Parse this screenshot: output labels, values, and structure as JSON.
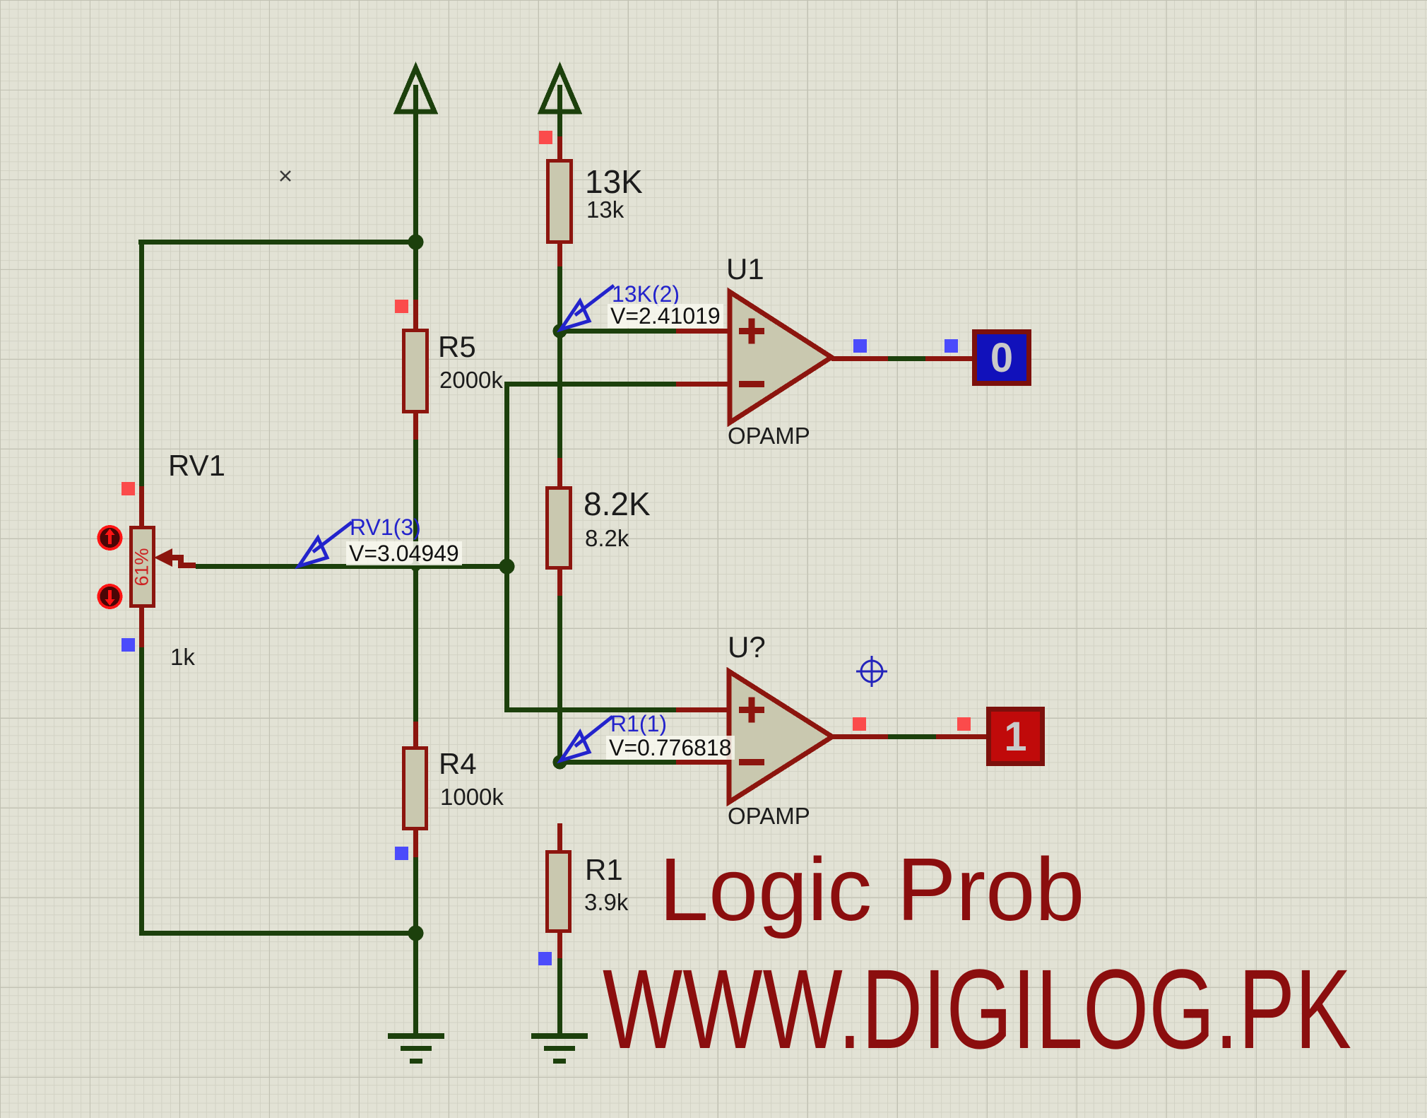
{
  "colors": {
    "canvas_bg": "#e2e2d5",
    "grid_fine": "#d2d2c4",
    "grid_coarse": "#c1c1b3",
    "wire_green": "#1c400c",
    "pin_maroon": "#8c150e",
    "component_fill": "#c9c8af",
    "probe_blue": "#2323cc",
    "marker_red": "#fb4b4b",
    "marker_blue": "#4b4bfb",
    "logic_low_fill": "#1111bb",
    "logic_high_fill": "#c00a0a",
    "logic_border": "#7c100c",
    "logic_digit_gray": "#c9c9c9",
    "watermark_red": "#8b0e0e",
    "rv1_percent_red": "#cc2222",
    "button_red": "#ff1414"
  },
  "components": {
    "r13k": {
      "ref": "13K",
      "value": "13k"
    },
    "r5": {
      "ref": "R5",
      "value": "2000k"
    },
    "r82k": {
      "ref": "8.2K",
      "value": "8.2k"
    },
    "r4": {
      "ref": "R4",
      "value": "1000k"
    },
    "r1": {
      "ref": "R1",
      "value": "3.9k"
    },
    "rv1": {
      "ref": "RV1",
      "value": "1k",
      "wiper_percent": "61%"
    },
    "u1": {
      "ref": "U1",
      "part": "OPAMP",
      "plus_label": "+",
      "minus_label": "−"
    },
    "u_unnamed": {
      "ref": "U?",
      "part": "OPAMP",
      "plus_label": "+",
      "minus_label": "−"
    }
  },
  "voltage_probes": {
    "probe_13k_2": {
      "net": "13K(2)",
      "reading": "V=2.41019"
    },
    "probe_rv1_3": {
      "net": "RV1(3)",
      "reading": "V=3.04949"
    },
    "probe_r1_1": {
      "net": "R1(1)",
      "reading": "V=0.776818"
    }
  },
  "logic_probes": {
    "upper": {
      "state": "0"
    },
    "lower": {
      "state": "1"
    }
  },
  "watermark": {
    "line1": "Logic Prob",
    "line2": "WWW.DIGILOG.PK"
  }
}
